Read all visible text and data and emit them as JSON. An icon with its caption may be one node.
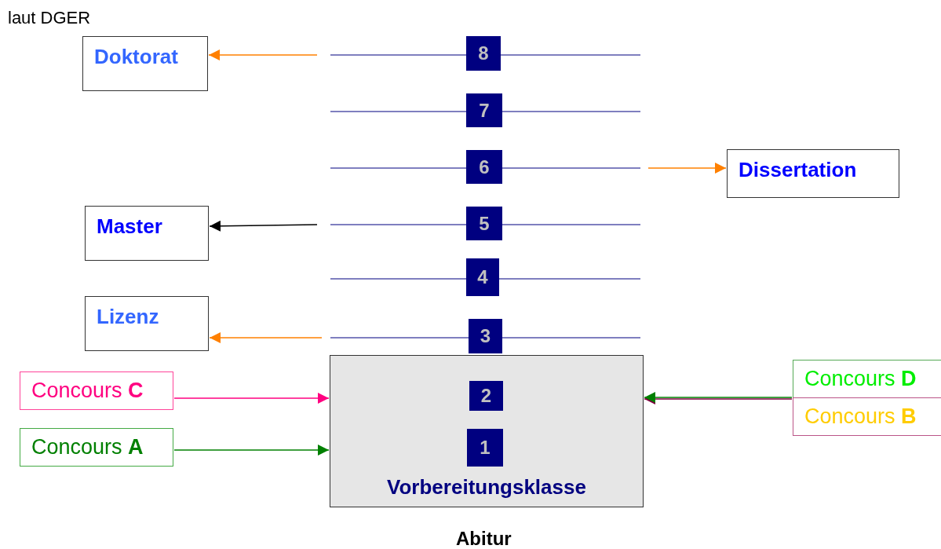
{
  "diagram": {
    "nodes": [
      {
        "text": [
          "Doktorat"
        ]
      },
      {
        "text": [
          "8"
        ]
      },
      {
        "text": [
          "7"
        ]
      },
      {
        "text": [
          "6"
        ]
      },
      {
        "text": [
          "Dissertation"
        ]
      },
      {
        "text": [
          "Master"
        ]
      },
      {
        "text": [
          "5"
        ]
      },
      {
        "text": [
          "4"
        ]
      },
      {
        "text": [
          "Lizenz"
        ]
      },
      {
        "text": [
          "3"
        ]
      },
      {
        "text": [
          "Vorbereitungsklasse"
        ]
      },
      {
        "text": [
          "2"
        ],
        "in": 10
      },
      {
        "text": [
          "1"
        ],
        "in": 10
      },
      {
        "text": [
          "Concours **C**"
        ]
      },
      {
        "text": [
          "Concours **D**"
        ]
      },
      {
        "text": [
          "Concours **B**"
        ]
      },
      {
        "text": [
          "Concours **A**"
        ]
      }
    ],
    "edges": [
      {
        "from": null,
        "to": 0,
        "arrow": "to",
        "color": "#ff8000"
      },
      {
        "from": null,
        "to": 4,
        "arrow": "to",
        "color": "#ff8000"
      },
      {
        "from": null,
        "to": 5,
        "arrow": "to",
        "color": "#000000"
      },
      {
        "from": null,
        "to": 8,
        "arrow": "to",
        "color": "#ff8000"
      },
      {
        "from": 13,
        "to": 10,
        "arrow": "to",
        "color": "#ff0080"
      },
      {
        "from": 15,
        "to": 10,
        "arrow": "to",
        "color": "#800040"
      },
      {
        "from": 14,
        "to": 10,
        "arrow": "to",
        "color": "#008000"
      },
      {
        "from": 16,
        "to": 10,
        "arrow": "to",
        "color": "#008000"
      }
    ],
    "labels": [
      "laut DGER",
      "Abitur"
    ]
  }
}
